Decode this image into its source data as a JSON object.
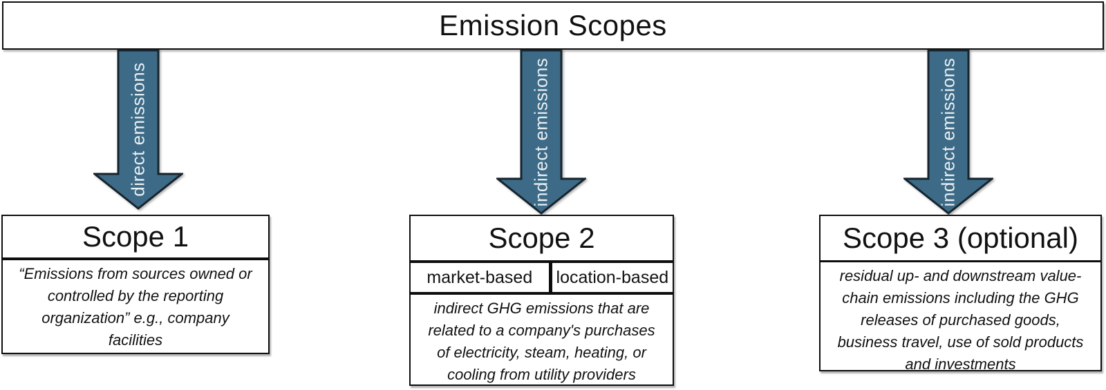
{
  "banner": {
    "title": "Emission Scopes"
  },
  "arrows": [
    {
      "label": "direct emissions"
    },
    {
      "label": "indirect emissions"
    },
    {
      "label": "indirect emissions"
    }
  ],
  "scopes": [
    {
      "title": "Scope 1",
      "body": "“Emissions from sources owned or controlled by the reporting organization” e.g., company facilities"
    },
    {
      "title": "Scope 2",
      "cells": {
        "left": "market-based",
        "right": "location-based"
      },
      "body": "indirect GHG emissions that are related to a company's purchases of electricity, steam, heating, or cooling from utility providers"
    },
    {
      "title": "Scope 3 (optional)",
      "body": "residual up- and downstream value-chain emissions including the GHG releases of purchased goods, business travel, use of sold products and investments"
    }
  ],
  "colors": {
    "arrow_fill": "#3d6b87",
    "arrow_outline": "#16242e",
    "arrow_text": "#e9eff3",
    "box_border": "#0d0d0d",
    "background": "#ffffff"
  }
}
